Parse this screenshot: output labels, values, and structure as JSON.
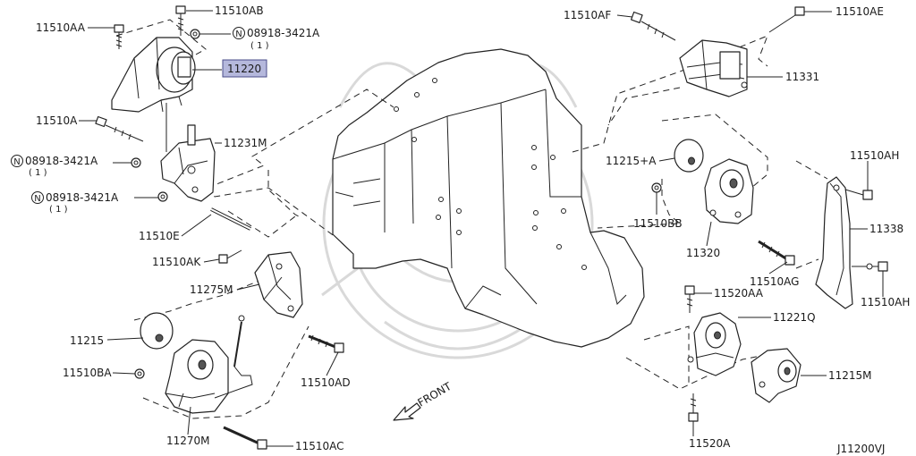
{
  "diagram": {
    "callouts": {
      "c11510AA": "11510AA",
      "c11510AB": "11510AB",
      "n08918_top": "08918-3421A",
      "n08918_top_qty": "( 1 )",
      "c11220": "11220",
      "c11510A": "11510A",
      "c11231M": "11231M",
      "n08918_mid": "08918-3421A",
      "n08918_mid_qty": "( 1 )",
      "n08918_low": "08918-3421A",
      "n08918_low_qty": "( 1 )",
      "c11510E": "11510E",
      "c11510AK": "11510AK",
      "c11275M": "11275M",
      "c11215": "11215",
      "c11510BA": "11510BA",
      "c11270M": "11270M",
      "c11510AC": "11510AC",
      "c11510AD": "11510AD",
      "front": "FRONT",
      "c11510AF": "11510AF",
      "c11510AE": "11510AE",
      "c11331": "11331",
      "c11215A": "11215+A",
      "c11510BB": "11510BB",
      "c11320": "11320",
      "c11510AH_top": "11510AH",
      "c11338": "11338",
      "c11510AG": "11510AG",
      "c11510AH_low": "11510AH",
      "c11520AA": "11520AA",
      "c11221Q": "11221Q",
      "c11215M": "11215M",
      "c11520A": "11520A",
      "drawing_code": "J11200VJ"
    },
    "notice_symbol": "N",
    "highlight_color": "#b5b8dc"
  }
}
